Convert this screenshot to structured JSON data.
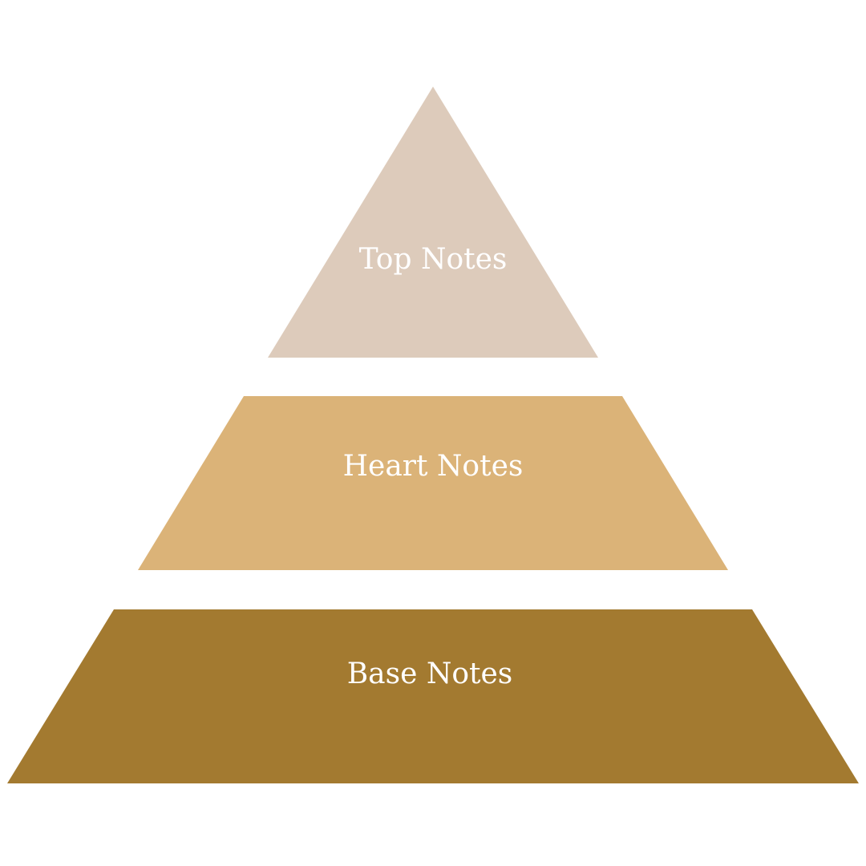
{
  "pyramid": {
    "tiers": [
      {
        "label": "Top Notes",
        "color": "#ddcbbb"
      },
      {
        "label": "Heart Notes",
        "color": "#dbb378"
      },
      {
        "label": "Base Notes",
        "color": "#a37a30"
      }
    ]
  }
}
